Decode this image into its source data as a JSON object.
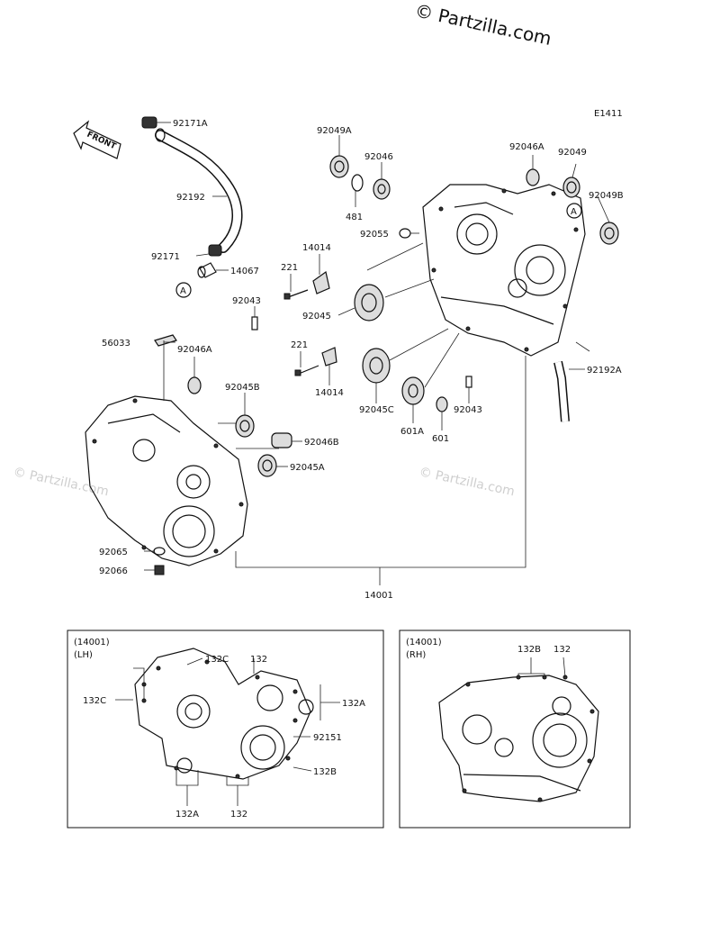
{
  "watermark": {
    "top": "© Partzilla.com",
    "center_left": "© Partzilla.com",
    "center_right": "© Partzilla.com"
  },
  "diagram_code": "E1411",
  "front_label": "FRONT",
  "callout_a": "A",
  "parts": {
    "p92171A": "92171A",
    "p92192": "92192",
    "p92171": "92171",
    "p14067": "14067",
    "p92049A": "92049A",
    "p92046": "92046",
    "p481": "481",
    "p92055": "92055",
    "p14014_top": "14014",
    "p221_top": "221",
    "p92043_left": "92043",
    "p92045": "92045",
    "p56033": "56033",
    "p92046A_left": "92046A",
    "p221_bottom": "221",
    "p14014_bottom": "14014",
    "p92045B": "92045B",
    "p92045C": "92045C",
    "p601A": "601A",
    "p601": "601",
    "p92043_right": "92043",
    "p92046B": "92046B",
    "p92045A": "92045A",
    "p92065": "92065",
    "p92066": "92066",
    "p14001": "14001",
    "p92046A_right": "92046A",
    "p92049": "92049",
    "p92049B": "92049B",
    "p92192A": "92192A"
  },
  "inset_lh": {
    "ref": "(14001)",
    "side": "(LH)",
    "p132C_top": "132C",
    "p132_top": "132",
    "p132C_left": "132C",
    "p132A_right": "132A",
    "p92151": "92151",
    "p132B": "132B",
    "p132A_bottom": "132A",
    "p132_bottom": "132"
  },
  "inset_rh": {
    "ref": "(14001)",
    "side": "(RH)",
    "p132B": "132B",
    "p132": "132"
  }
}
